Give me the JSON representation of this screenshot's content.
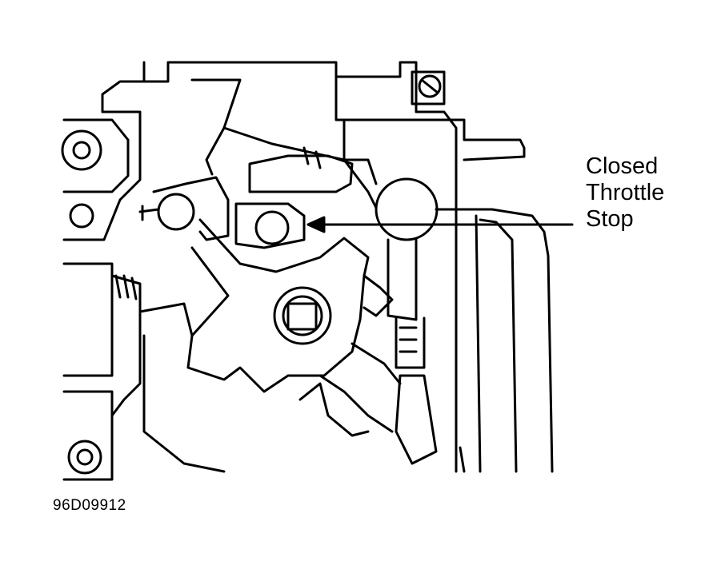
{
  "callout": {
    "line1": "Closed",
    "line2": "Throttle",
    "line3": "Stop"
  },
  "figure_id": "96D09912",
  "colors": {
    "ink": "#000000",
    "paper": "#ffffff"
  }
}
